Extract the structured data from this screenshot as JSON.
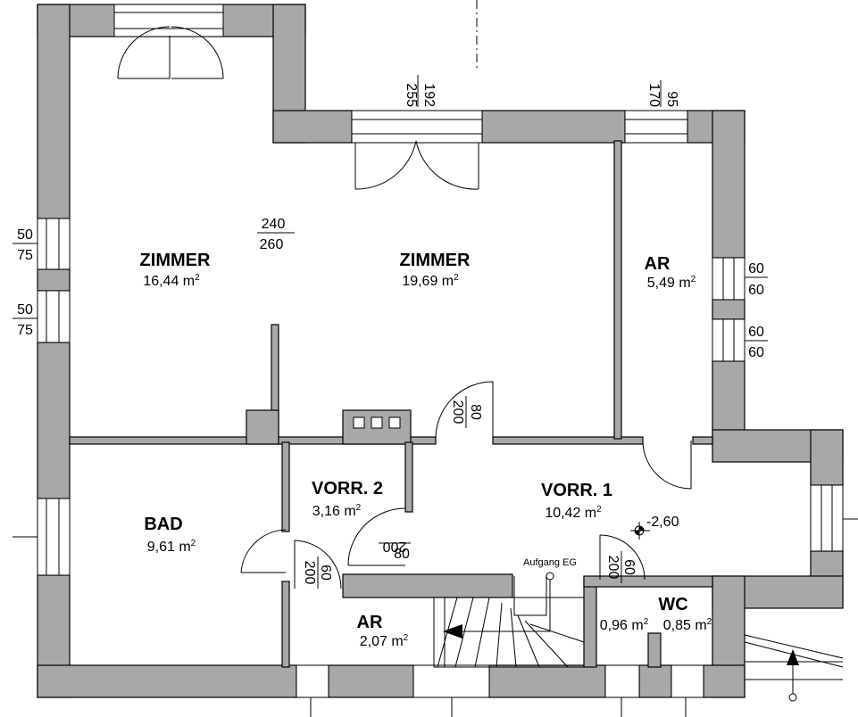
{
  "rooms": [
    {
      "name": "ZIMMER",
      "area": "16,44 m",
      "sup": "2"
    },
    {
      "name": "ZIMMER",
      "area": "19,69 m",
      "sup": "2"
    },
    {
      "name": "AR",
      "area": "5,49 m",
      "sup": "2"
    },
    {
      "name": "BAD",
      "area": "9,61 m",
      "sup": "2"
    },
    {
      "name": "VORR. 2",
      "area": "3,16 m",
      "sup": "2"
    },
    {
      "name": "VORR. 1",
      "area": "10,42 m",
      "sup": "2"
    },
    {
      "name": "AR",
      "area": "2,07 m",
      "sup": "2"
    },
    {
      "name": "WC",
      "area": "",
      "sup": ""
    }
  ],
  "wc_areas": [
    "0,96 m",
    "0,85 m"
  ],
  "wc_sup": "2",
  "dims": {
    "left_window_1": [
      "50",
      "75"
    ],
    "left_window_2": [
      "50",
      "75"
    ],
    "right_window_1": [
      "60",
      "60"
    ],
    "right_window_2": [
      "60",
      "60"
    ],
    "room_height": [
      "240",
      "260"
    ],
    "top_door": [
      "192",
      "255"
    ],
    "top_window_right": [
      "95",
      "170"
    ],
    "door_vorr1": [
      "80",
      "200"
    ],
    "door_vorr2": [
      "80",
      "200"
    ],
    "door_bad": [
      "60",
      "200"
    ],
    "door_wc": [
      "60",
      "200"
    ]
  },
  "level": "-2,60",
  "stair_label": "Aufgang EG"
}
